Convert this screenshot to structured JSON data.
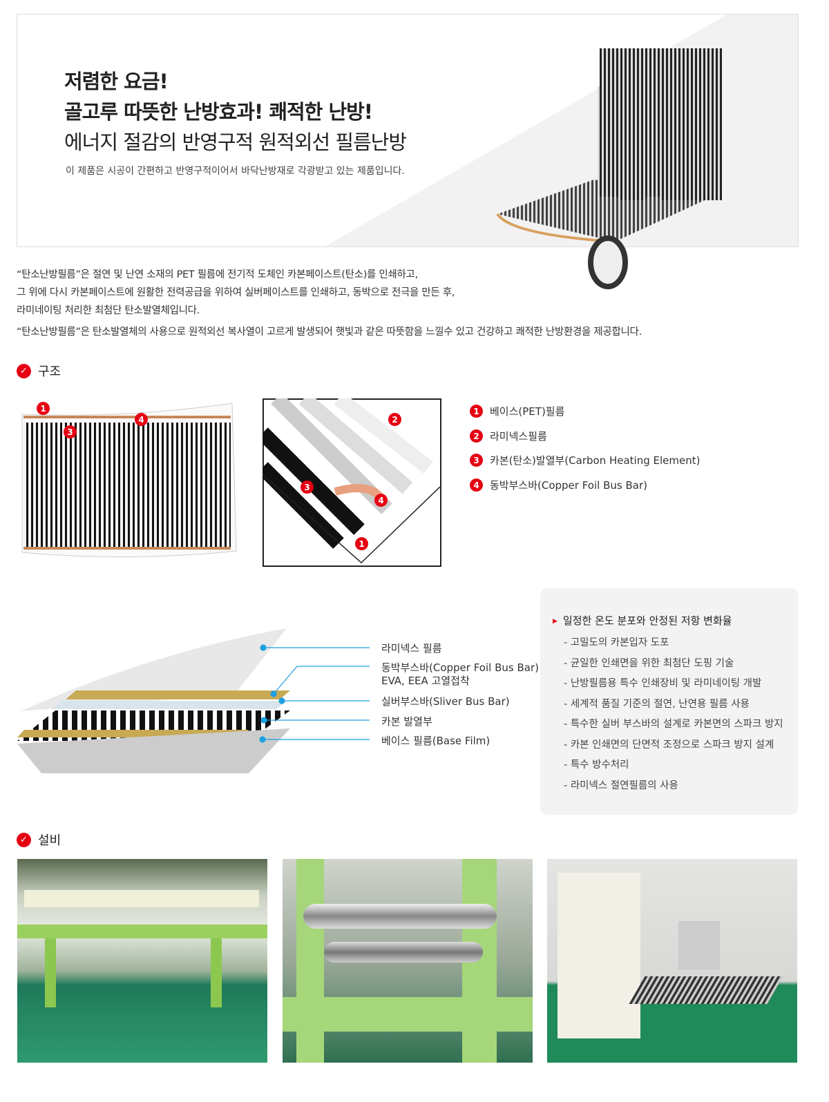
{
  "hero": {
    "line1": "저렴한 요금!",
    "line2": "골고루 따뜻한 난방효과! 쾌적한 난방!",
    "line3": "에너지 절감의 반영구적 원적외선 필름난방",
    "sub": "이 제품은 시공이 간편하고 반영구적이어서 바닥난방재로 각광받고 있는 제품입니다."
  },
  "intro": [
    "“탄소난방필름”은 절연 및 난연 소재의 PET 필름에 전기적 도체인 카본페이스트(탄소)를 인쇄하고,",
    "그 위에 다시 카본페이스트에 원활한 전력공급을 위하여 실버페이스트를 인쇄하고, 동박으로 전극을 만든 후,",
    "라미네이팅 처리한 최첨단 탄소발열체입니다.",
    "“탄소난방필름”은 탄소발열체의 사용으로 원적외선 복사열이 고르게 발생되어 햇빛과 같은 따뜻함을 느낄수 있고 건강하고 쾌적한 난방환경을 제공합니다."
  ],
  "section_structure": "구조",
  "section_equipment": "설비",
  "check_icon": "✓",
  "markers": [
    "1",
    "2",
    "3",
    "4"
  ],
  "legend": [
    {
      "n": "1",
      "label": "베이스(PET)필름"
    },
    {
      "n": "2",
      "label": "라미넥스필름"
    },
    {
      "n": "3",
      "label": "카본(탄소)발열부(Carbon Heating Element)"
    },
    {
      "n": "4",
      "label": "동박부스바(Copper Foil Bus Bar)"
    }
  ],
  "layers": [
    "라미넥스 필름",
    "동박부스바(Copper Foil Bus Bar)",
    "EVA, EEA 고열접착",
    "실버부스바(Sliver Bus Bar)",
    "카본 발열부",
    "베이스 필름(Base Film)"
  ],
  "features": {
    "title": "일정한 온도 분포와 안정된 저항 변화율",
    "items": [
      "- 고밀도의 카본입자 도포",
      "- 균일한 인쇄면을 위한 최첨단 도핑 기술",
      "- 난방필름용 특수 인쇄장비 및 라미네이팅 개발",
      "- 세계적 품질 기준의 절연, 난연용 필름 사용",
      "- 특수한 실버 부스바의 설계로 카본면의 스파크 방지",
      "- 카본 인쇄면의 단면적 조정으로 스파크 방지 설계",
      "- 특수 방수처리",
      "- 라미넥스 절연필름의 사용"
    ]
  },
  "colors": {
    "accent": "#e60012",
    "line": "#1ea0e0"
  }
}
